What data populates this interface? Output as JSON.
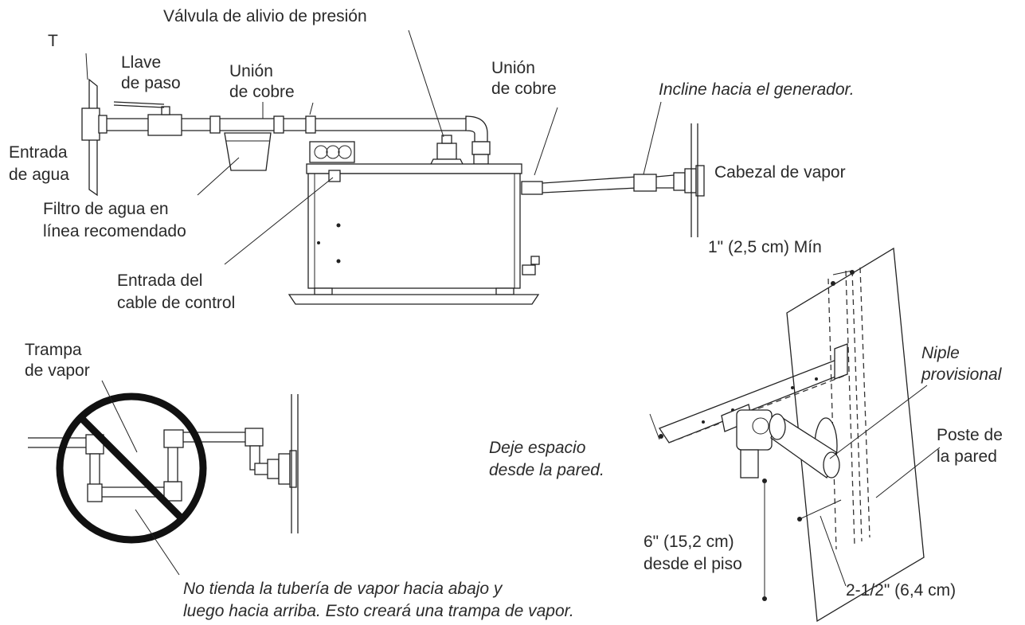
{
  "labels": {
    "t": "T",
    "relief_valve": "Válvula de alivio de presión",
    "shutoff_valve_1": "Llave",
    "shutoff_valve_2": "de paso",
    "copper_union_1a": "Unión",
    "copper_union_1b": "de cobre",
    "copper_union_2a": "Unión",
    "copper_union_2b": "de cobre",
    "slope": "Incline hacia el generador.",
    "water_inlet_1": "Entrada",
    "water_inlet_2": "de agua",
    "steam_head": "Cabezal de vapor",
    "filter_1": "Filtro de agua en",
    "filter_2": "línea recomendado",
    "min_clearance": "1\" (2,5 cm) Mín",
    "control_cable_1": "Entrada del",
    "control_cable_2": "cable de control",
    "steam_trap_1": "Trampa",
    "steam_trap_2": "de vapor",
    "nipple_1": "Niple",
    "nipple_2": "provisional",
    "wall_space_1": "Deje espacio",
    "wall_space_2": "desde la pared.",
    "wall_stud_1": "Poste de",
    "wall_stud_2": "la pared",
    "floor_height_1": "6\" (15,2 cm)",
    "floor_height_2": "desde el piso",
    "offset": "2-1/2\" (6,4 cm)",
    "warning_1": "No tienda la tubería de vapor hacia abajo y",
    "warning_2": "luego hacia arriba. Esto creará una trampa de vapor."
  },
  "icons": {
    "prohibition": "prohibition-icon"
  },
  "colors": {
    "line": "#222222",
    "text": "#2a2a2a"
  }
}
